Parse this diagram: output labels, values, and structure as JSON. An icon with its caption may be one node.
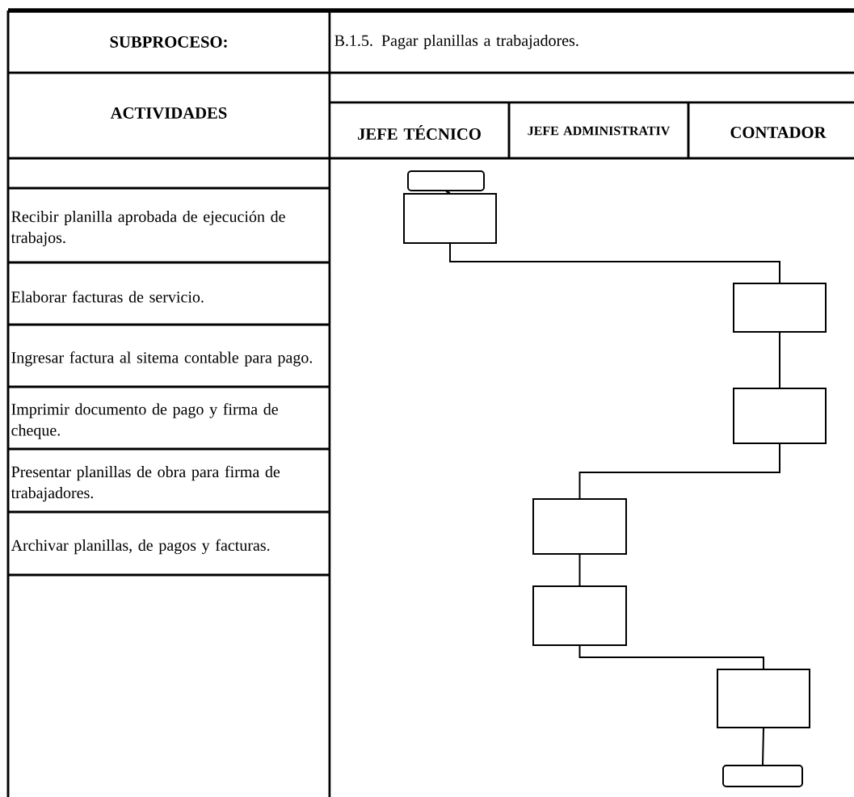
{
  "diagram": {
    "nodes": [
      {
        "text": [],
        "shape": "terminal"
      },
      {
        "text": [],
        "shape": "box"
      },
      {
        "text": [],
        "shape": "box"
      },
      {
        "text": [],
        "shape": "box"
      },
      {
        "text": [],
        "shape": "box"
      },
      {
        "text": [],
        "shape": "box"
      },
      {
        "text": [],
        "shape": "box"
      },
      {
        "text": [],
        "shape": "terminal"
      }
    ],
    "edges": [
      {
        "from": 0,
        "to": 1,
        "arrow": "none"
      },
      {
        "from": 1,
        "to": 2,
        "arrow": "none"
      },
      {
        "from": 2,
        "to": 3,
        "arrow": "none"
      },
      {
        "from": 3,
        "to": 4,
        "arrow": "none"
      },
      {
        "from": 4,
        "to": 5,
        "arrow": "none"
      },
      {
        "from": 5,
        "to": 6,
        "arrow": "none"
      },
      {
        "from": 6,
        "to": 7,
        "arrow": "none"
      }
    ],
    "labels": [
      "SUBPROCESO:",
      "B.1.5. Pagar planillas a trabajadores.",
      "ACTIVIDADES",
      "JEFE TÉCNICO",
      "JEFE ADMINISTRATIV",
      "CONTADOR",
      "Recibir planilla aprobada de ejecución de trabajos.",
      "Elaborar facturas de servicio.",
      "Ingresar factura al sitema contable para pago.",
      "Imprimir documento de pago y firma de cheque.",
      "Presentar planillas de obra para firma de trabajadores.",
      "Archivar planillas, de pagos y facturas."
    ]
  }
}
